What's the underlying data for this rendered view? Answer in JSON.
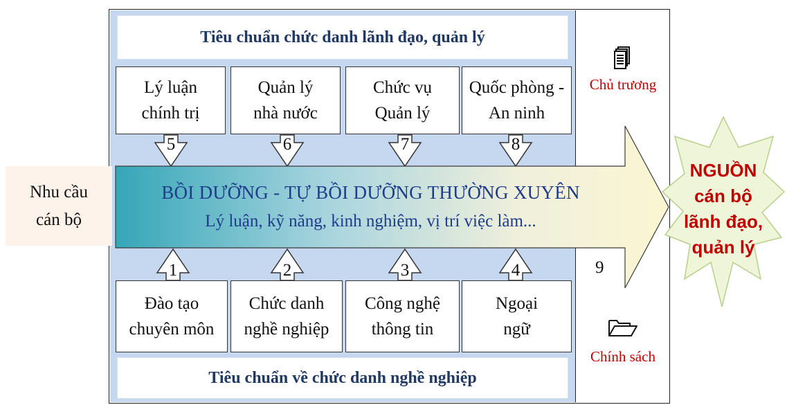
{
  "left_label": "Nhu cầu cán bộ",
  "top_band": "Tiêu chuẩn chức danh lãnh đạo, quản lý",
  "bottom_band": "Tiêu chuẩn về chức danh nghề nghiệp",
  "top_boxes": [
    {
      "text": "Lý luận chính trị",
      "number": "5"
    },
    {
      "text": "Quản lý nhà nước",
      "number": "6"
    },
    {
      "text": "Chức vụ Quản lý",
      "number": "7"
    },
    {
      "text": "Quốc phòng - An ninh",
      "number": "8"
    }
  ],
  "bottom_boxes": [
    {
      "text": "Đào tạo chuyên môn",
      "number": "1"
    },
    {
      "text": "Chức danh nghề nghiệp",
      "number": "2"
    },
    {
      "text": "Công nghệ thông tin",
      "number": "3"
    },
    {
      "text": "Ngoại ngữ",
      "number": "4"
    }
  ],
  "banner": {
    "line1": "BỒI DƯỠNG - TỰ BỒI DƯỠNG THƯỜNG XUYÊN",
    "line2": "Lý luận, kỹ năng, kinh nghiệm, vị trí việc làm..."
  },
  "arrow_number": "9",
  "side": {
    "top_label": "Chủ trương",
    "top_icon": "document-stack-icon",
    "bottom_label": "Chính sách",
    "bottom_icon": "open-folder-icon"
  },
  "result": "NGUỒN cán bộ lãnh đạo, quản lý",
  "colors": {
    "panel": "#c6d8ef",
    "band_text": "#1f3864",
    "banner_text": "#1f3c8a",
    "accent_red": "#c00000",
    "star_fill": "#eef5d8",
    "left_tag_bg": "#fdf3ea"
  }
}
